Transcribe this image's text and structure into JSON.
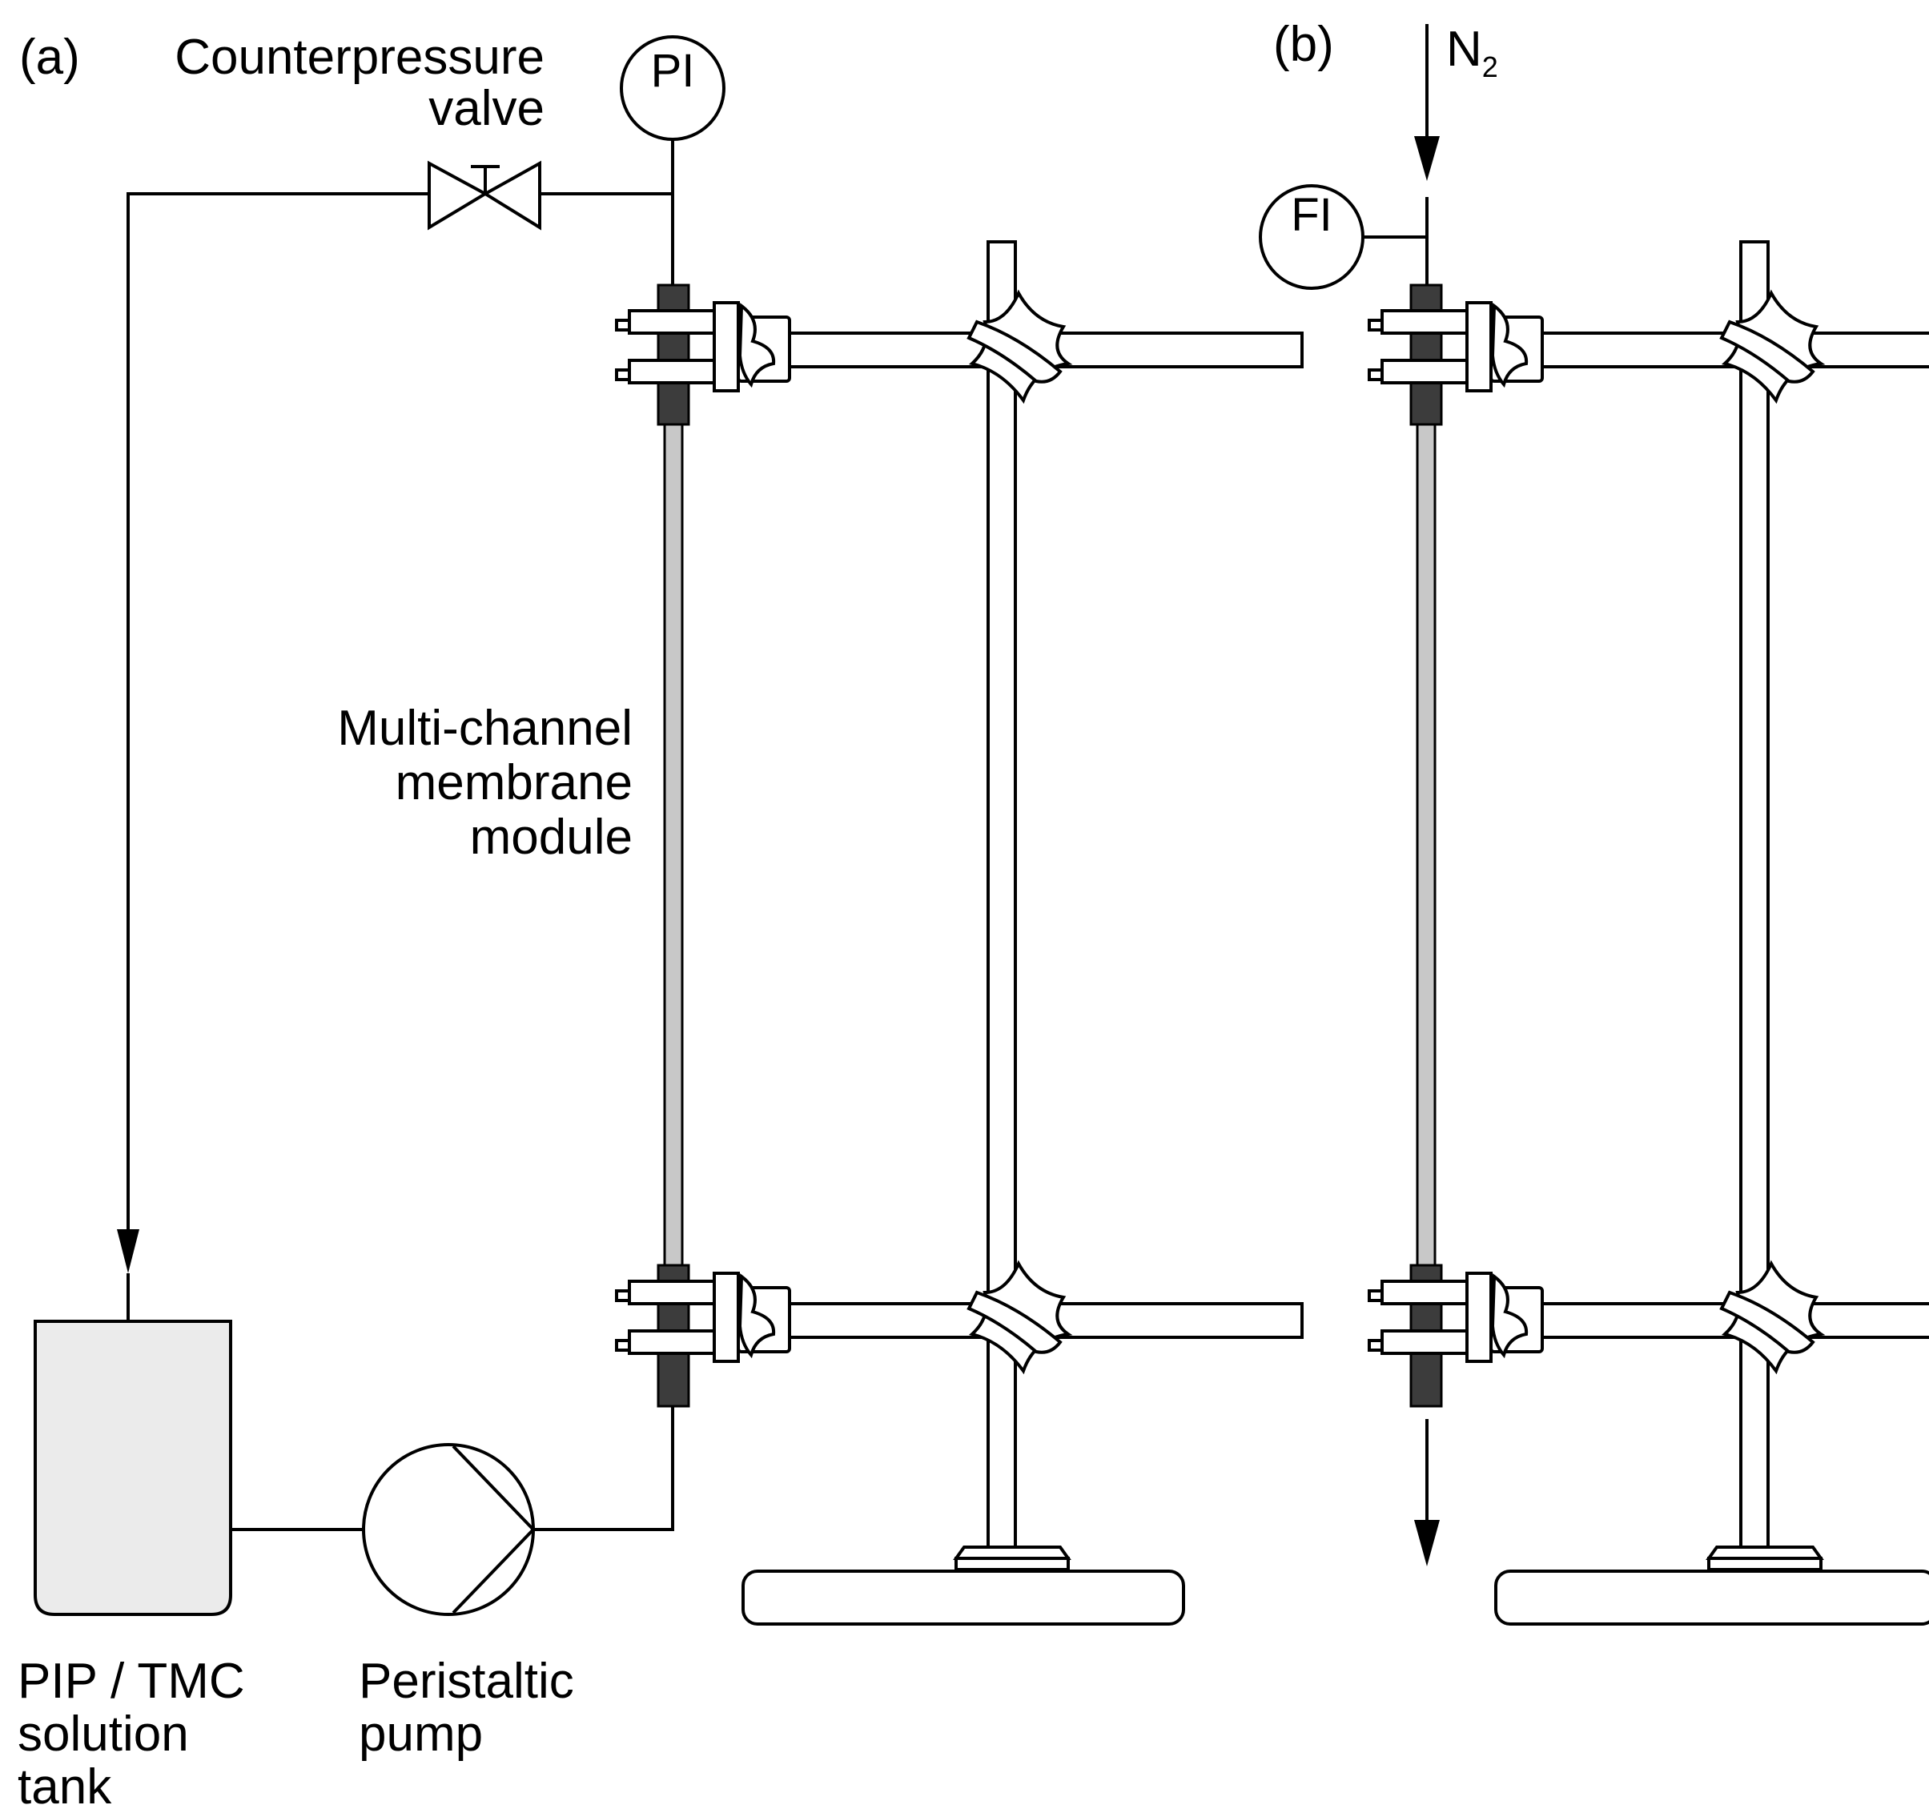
{
  "panel_a": {
    "tag": "(a)",
    "valve_label": [
      "Counterpressure",
      "valve"
    ],
    "pressure_indicator": "PI",
    "module_label": [
      "Multi-channel",
      "membrane",
      "module"
    ],
    "tank_label": [
      "PIP / TMC",
      "solution",
      "tank"
    ],
    "pump_label": [
      "Peristaltic",
      "pump"
    ]
  },
  "panel_b": {
    "tag": "(b)",
    "gas_symbol": "N",
    "gas_subscript": "2",
    "flow_indicator": "FI"
  },
  "colors": {
    "line": "#000000",
    "membrane": "#c8c8c8",
    "fitting": "#3c3c3c",
    "tank_fill": "#ebebeb"
  }
}
